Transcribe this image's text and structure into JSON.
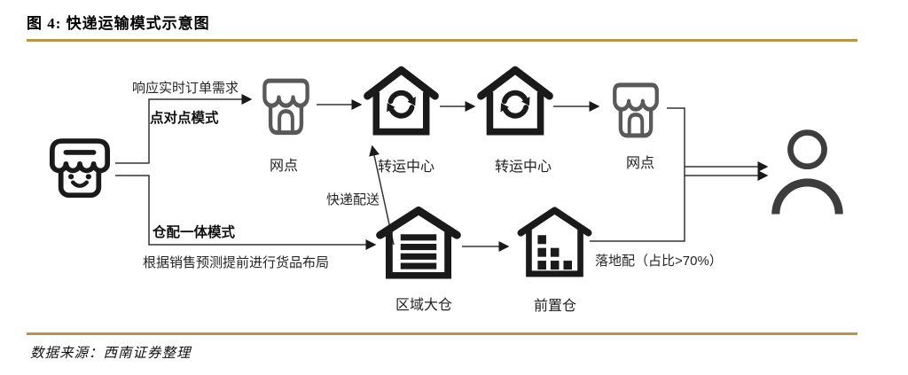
{
  "figure": {
    "title": "图 4: 快递运输模式示意图",
    "source": "数据来源：西南证券整理"
  },
  "nodes": {
    "outlet_left": "网点",
    "transfer_center_1": "转运中心",
    "transfer_center_2": "转运中心",
    "outlet_right": "网点",
    "regional_warehouse": "区域大仓",
    "front_warehouse": "前置仓"
  },
  "annotations": {
    "realtime_demand": "响应实时订单需求",
    "p2p_mode": "点对点模式",
    "warehouse_mode": "仓配一体模式",
    "warehouse_desc": "根据销售预测提前进行货品布局",
    "express_delivery": "快递配送",
    "last_mile_delivery": "落地配（占比>70%）"
  },
  "icons": {
    "merchant-shop-icon": "storefront with smiling face (seller)",
    "outlet-store-icon": "gray storefront with awning and arched door",
    "transfer-center-icon": "house with circular sync arrows",
    "regional-warehouse-icon": "warehouse with slatted garage door",
    "front-warehouse-icon": "house with stacked box squares",
    "consumer-person-icon": "person silhouette (consumer)",
    "flow-arrow-icon": "thin black flow arrow"
  },
  "colors": {
    "accent_rule": "#BD9347",
    "icon_black": "#1a1a1a",
    "icon_gray": "#595959",
    "person_gray": "#3d3d3d",
    "connector_line": "#333333",
    "text": "#262626",
    "background": "#ffffff"
  }
}
